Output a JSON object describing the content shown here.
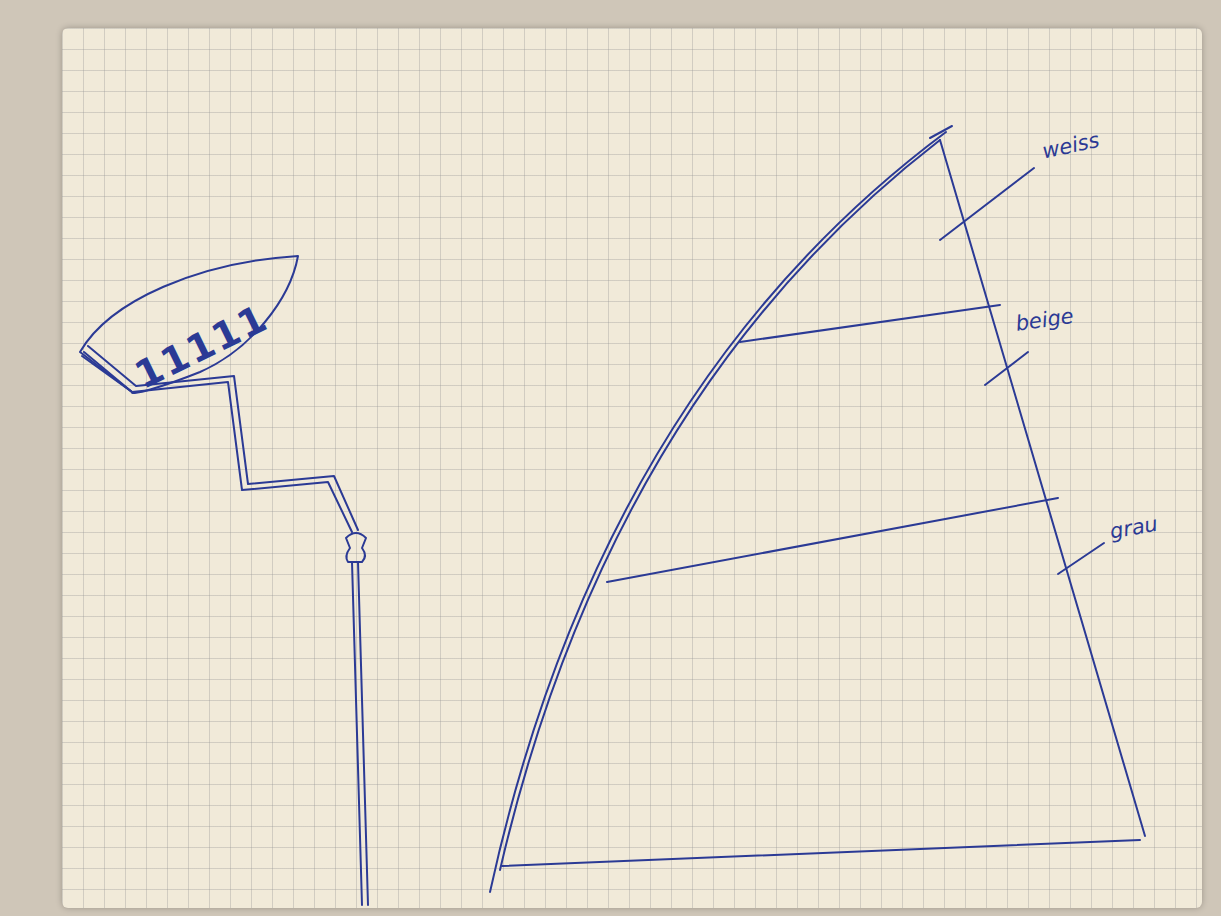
{
  "diagram": {
    "labels": [
      "11111",
      "weiss",
      "beige",
      "grau"
    ]
  }
}
